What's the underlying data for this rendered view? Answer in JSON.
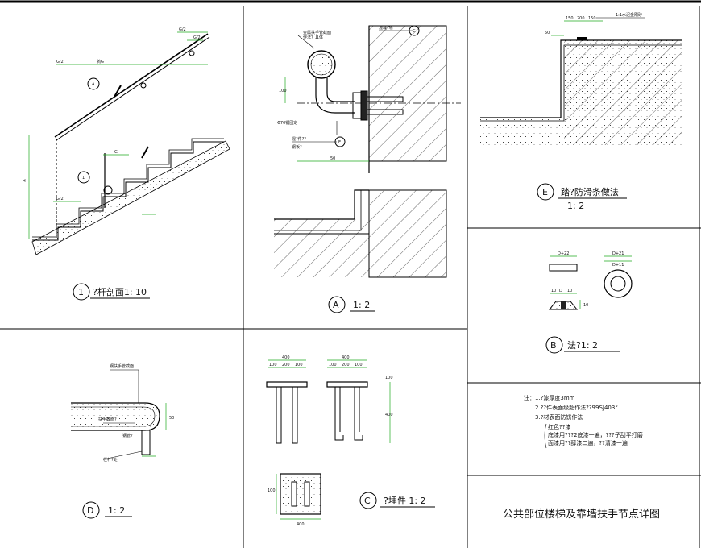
{
  "sheet": {
    "title": "公共部位楼梯及靠墙扶手节点详图",
    "line_color": "#000000",
    "dimension_color": "#1faa1f",
    "leader_color": "#1faa1f"
  },
  "panel1": {
    "marker": "1",
    "caption": "?杆剖面1: 10",
    "callout_a": "A",
    "callout_1": "1",
    "dims": {
      "g2_top": "G/2",
      "g2_upper": "G/2",
      "hg": "鹩G",
      "g": "G",
      "g2_left": "G/2",
      "g2_lower": "G/2",
      "h": "H"
    }
  },
  "panelA": {
    "marker": "A",
    "caption": "1: 2",
    "labels": [
      "金属扶手管截面",
      "作法？具体",
      "Φ70钢固定",
      "混凝?墙",
      "混?件??",
      "钢板?"
    ],
    "callouts": [
      "C",
      "E"
    ],
    "dims": [
      "100",
      "50"
    ]
  },
  "panelD": {
    "marker": "D",
    "caption": "1: 2",
    "labels": [
      "钢扶手管截面",
      "扶手截面?",
      "钢管?",
      "栏杆?处",
      "50"
    ]
  },
  "panelC": {
    "marker": "C",
    "caption": "?埋件 1: 2",
    "dims_left": [
      "100",
      "200",
      "100",
      "400"
    ],
    "dims_right": [
      "100",
      "200",
      "100",
      "400"
    ],
    "dim_side": "100",
    "dim_height": "400",
    "dim_plate_side": "100",
    "dim_plate_bottom": "400"
  },
  "panelE": {
    "marker": "E",
    "caption": "踏?防滑条做法",
    "scale": "1: 2",
    "top_label": "1:1水泥金刚砂",
    "dims": [
      "150",
      "200",
      "150",
      "50"
    ]
  },
  "panelB": {
    "marker": "B",
    "caption": "法?1: 2",
    "dims": [
      "D+22",
      "D+21",
      "D+11",
      "10",
      "10",
      "D",
      "10"
    ]
  },
  "notes": {
    "lines": [
      "注：1.?漆厚度3mm",
      "2.??件表面级超作法??99SJ403°",
      "3.?材表面防锈作法",
      "红色??漆",
      "底漆用???2底漆一遍，???子刮平打磨",
      "面漆用??醇漆二遍，??清漆一遍"
    ]
  }
}
